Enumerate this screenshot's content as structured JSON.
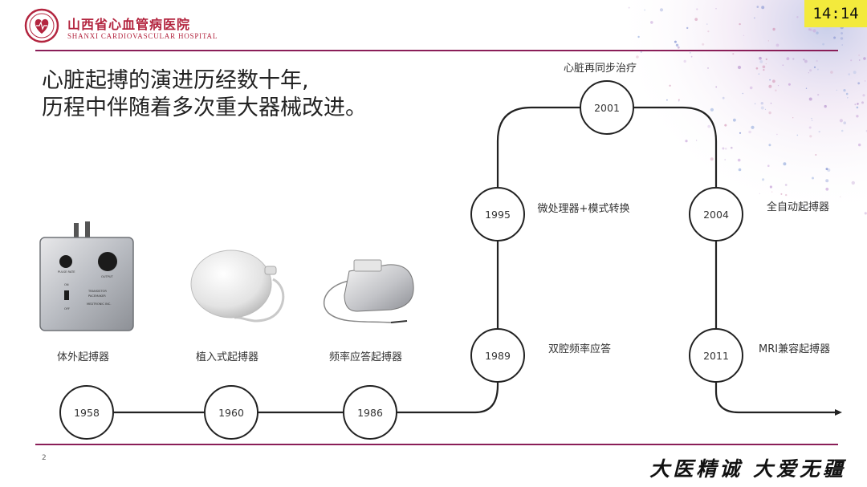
{
  "header": {
    "hospital_name_cn": "山西省心血管病医院",
    "hospital_name_en": "SHANXI CARDIOVASCULAR HOSPITAL",
    "clock": "14:14"
  },
  "title": {
    "line1": "心脏起搏的演进历经数十年,",
    "line2": "历程中伴随着多次重大器械改进。"
  },
  "timeline": {
    "nodes": [
      {
        "year": "1958",
        "label": "体外起搏器"
      },
      {
        "year": "1960",
        "label": "植入式起搏器"
      },
      {
        "year": "1986",
        "label": "频率应答起搏器"
      },
      {
        "year": "1989",
        "label": "双腔频率应答"
      },
      {
        "year": "1995",
        "label": "微处理器+模式转换"
      },
      {
        "year": "2001",
        "label": "心脏再同步治疗"
      },
      {
        "year": "2004",
        "label": "全自动起搏器"
      },
      {
        "year": "2011",
        "label": "MRI兼容起搏器"
      }
    ]
  },
  "devices": {
    "external_labels": [
      "PULSE RATE",
      "OUTPUT",
      "ON",
      "OFF",
      "TRANSISTOR",
      "PACEMAKER",
      "MEDTRONIC INC."
    ]
  },
  "footer": {
    "page_number": "2",
    "motto": "大医精诚 大爱无疆"
  },
  "colors": {
    "accent": "#8a1e58",
    "brand": "#b3253f",
    "clock_bg": "#f3ea3c"
  }
}
